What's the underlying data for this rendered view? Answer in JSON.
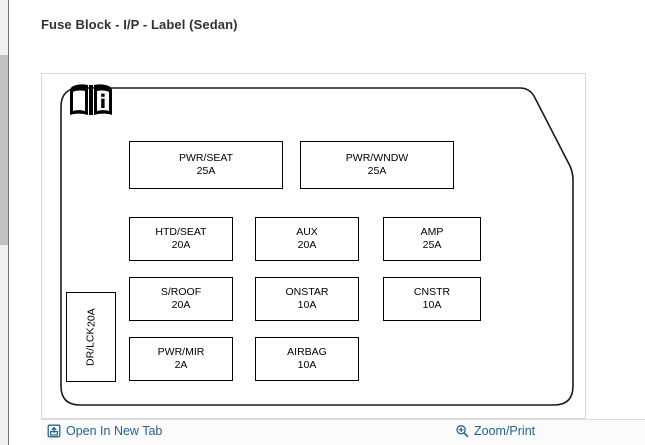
{
  "page": {
    "title": "Fuse Block - I/P - Label (Sedan)"
  },
  "colors": {
    "link": "#24638f",
    "diagram_stroke": "#000000",
    "container_border": "#d8d8d8",
    "title_text": "#2f3133",
    "scrollbar_thumb": "#c2c2c2"
  },
  "diagram": {
    "name": "fuse-block-label-sedan",
    "manual_icon": "open-book-info-icon",
    "fuses": [
      {
        "id": "pwr-seat",
        "name": "PWR/SEAT",
        "amp": "25A",
        "orientation": "horizontal"
      },
      {
        "id": "pwr-wndw",
        "name": "PWR/WNDW",
        "amp": "25A",
        "orientation": "horizontal"
      },
      {
        "id": "htd-seat",
        "name": "HTD/SEAT",
        "amp": "20A",
        "orientation": "horizontal"
      },
      {
        "id": "aux",
        "name": "AUX",
        "amp": "20A",
        "orientation": "horizontal"
      },
      {
        "id": "amp",
        "name": "AMP",
        "amp": "25A",
        "orientation": "horizontal"
      },
      {
        "id": "s-roof",
        "name": "S/ROOF",
        "amp": "20A",
        "orientation": "horizontal"
      },
      {
        "id": "onstar",
        "name": "ONSTAR",
        "amp": "10A",
        "orientation": "horizontal"
      },
      {
        "id": "cnstr",
        "name": "CNSTR",
        "amp": "10A",
        "orientation": "horizontal"
      },
      {
        "id": "dr-lck",
        "name": "DR/LCK",
        "amp": "20A",
        "orientation": "vertical"
      },
      {
        "id": "pwr-mir",
        "name": "PWR/MIR",
        "amp": "2A",
        "orientation": "horizontal"
      },
      {
        "id": "airbag",
        "name": "AIRBAG",
        "amp": "10A",
        "orientation": "horizontal"
      }
    ]
  },
  "actions": {
    "open_new_tab": {
      "label": "Open In New Tab",
      "icon": "external-link-icon"
    },
    "zoom_print": {
      "label": "Zoom/Print",
      "icon": "magnifier-plus-icon"
    }
  }
}
